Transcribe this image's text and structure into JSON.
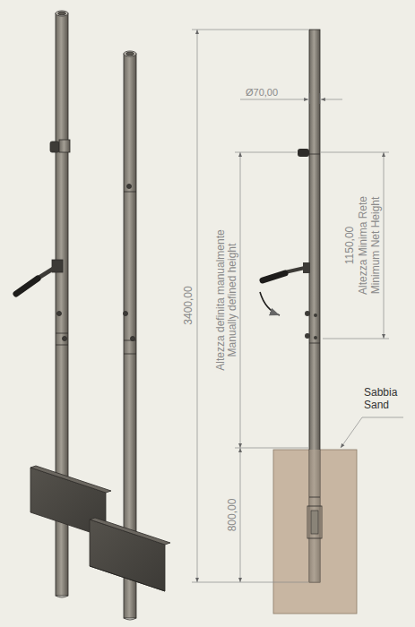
{
  "diagram": {
    "labels": [
      "Ø70,00",
      "3400,00",
      "Altezza definita manualmente",
      "Manually defined height",
      "1150,00",
      "Altezza Minima Rete",
      "Minimum Net Height",
      "800,00",
      "Sabbia",
      "Sand"
    ]
  }
}
